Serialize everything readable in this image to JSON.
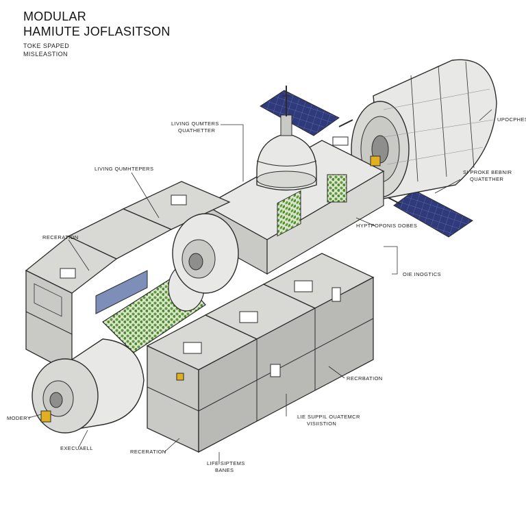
{
  "header": {
    "title_line1": "MODULAR",
    "title_line2": "HAMIUTE JOFLASITSON",
    "subtitle_line1": "TOKE SPAPED",
    "subtitle_line2": "MISLEASTION"
  },
  "callouts": {
    "living_top_1": "LIVING QUMTERS",
    "living_top_2": "QUATHETTER",
    "living_left": "LIVING QUMHTEPERS",
    "recreation_left": "RECERATION",
    "upper_right": "UPOCPHES",
    "storage_right_1": "SI PROKE BEBNIR",
    "storage_right_2": "QUATETHER",
    "hydroponics": "HYPTPOPONIS DOBES",
    "logistics": "OIE INOGTICS",
    "recreation_right": "RECRBATION",
    "life_support_1": "LIE SUPPIL OUATEMCR",
    "life_support_2": "VISIISTION",
    "modery": "MODERY",
    "executive": "EXECUAELL",
    "recreation_bottom": "RECERATION",
    "life_systems_1": "LIFE SIPTEMS",
    "life_systems_2": "BANES"
  },
  "colors": {
    "line": "#2b2b2b",
    "module_light": "#e8e8e6",
    "module_mid": "#c9c9c6",
    "module_dark": "#8e8e8c",
    "solar_panel": "#2e3a7a",
    "hydroponics_green": "#5f9a3a",
    "hazard_yellow": "#e0b020",
    "window_blue": "#7d8fb8"
  }
}
